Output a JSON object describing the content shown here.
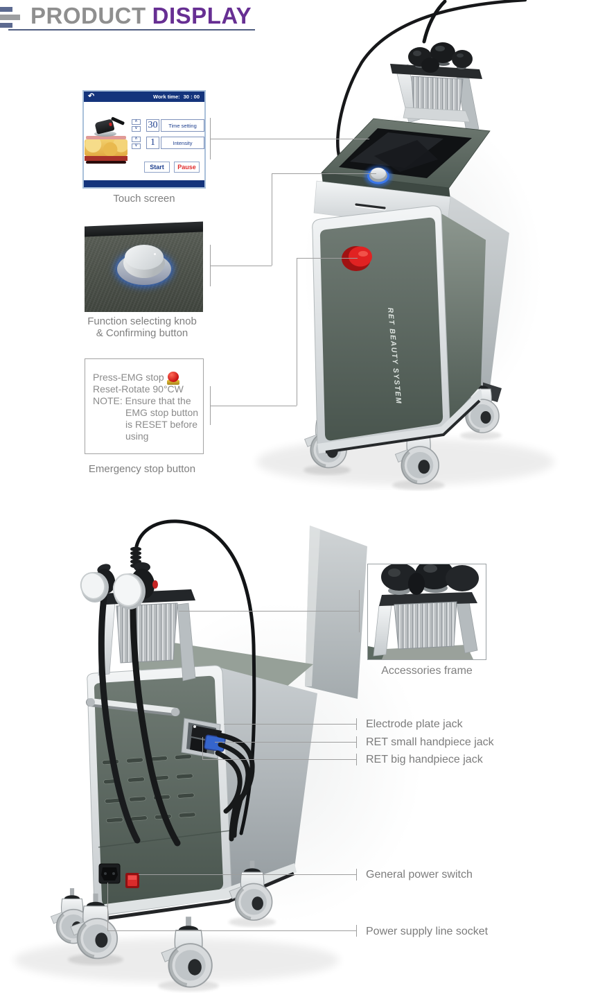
{
  "header": {
    "title_part1": "PRODUCT",
    "title_part2": "DISPLAY"
  },
  "touch_panel": {
    "back_icon": "↶",
    "work_time_label": "Work time:",
    "work_time_value": "30 : 00",
    "spinner_up": "∧",
    "spinner_down": "∨",
    "time_value": "30",
    "time_button": "Time setting",
    "intensity_value": "1",
    "intensity_button": "Intensity",
    "start_button": "Start",
    "pause_button": "Pause",
    "caption": "Touch screen"
  },
  "knob_panel": {
    "caption_line1": "Function selecting knob",
    "caption_line2": "& Confirming button"
  },
  "emg_panel": {
    "line1": "Press-EMG stop",
    "line2": "Reset-Rotate 90°CW",
    "line3": "NOTE: Ensure that the",
    "line4": "EMG stop button",
    "line5": "is RESET before",
    "line6": "using",
    "caption": "Emergency stop button"
  },
  "machine": {
    "side_text": "RET BEAUTY SYSTEM"
  },
  "callouts": {
    "accessories_frame": "Accessories frame",
    "electrode_plate_jack": "Electrode plate jack",
    "ret_small_handpiece_jack": "RET small handpiece jack",
    "ret_big_handpiece_jack": "RET big handpiece jack",
    "general_power_switch": "General power switch",
    "power_supply_line_socket": "Power supply line socket"
  },
  "colors": {
    "accent_purple": "#672f93",
    "title_gray": "#8f8f8f",
    "screen_blue": "#14347c",
    "pause_red": "#e02a2a",
    "machine_green": "#5d6963",
    "emg_red": "#d31c1c",
    "leader_gray": "#9e9e9e"
  }
}
